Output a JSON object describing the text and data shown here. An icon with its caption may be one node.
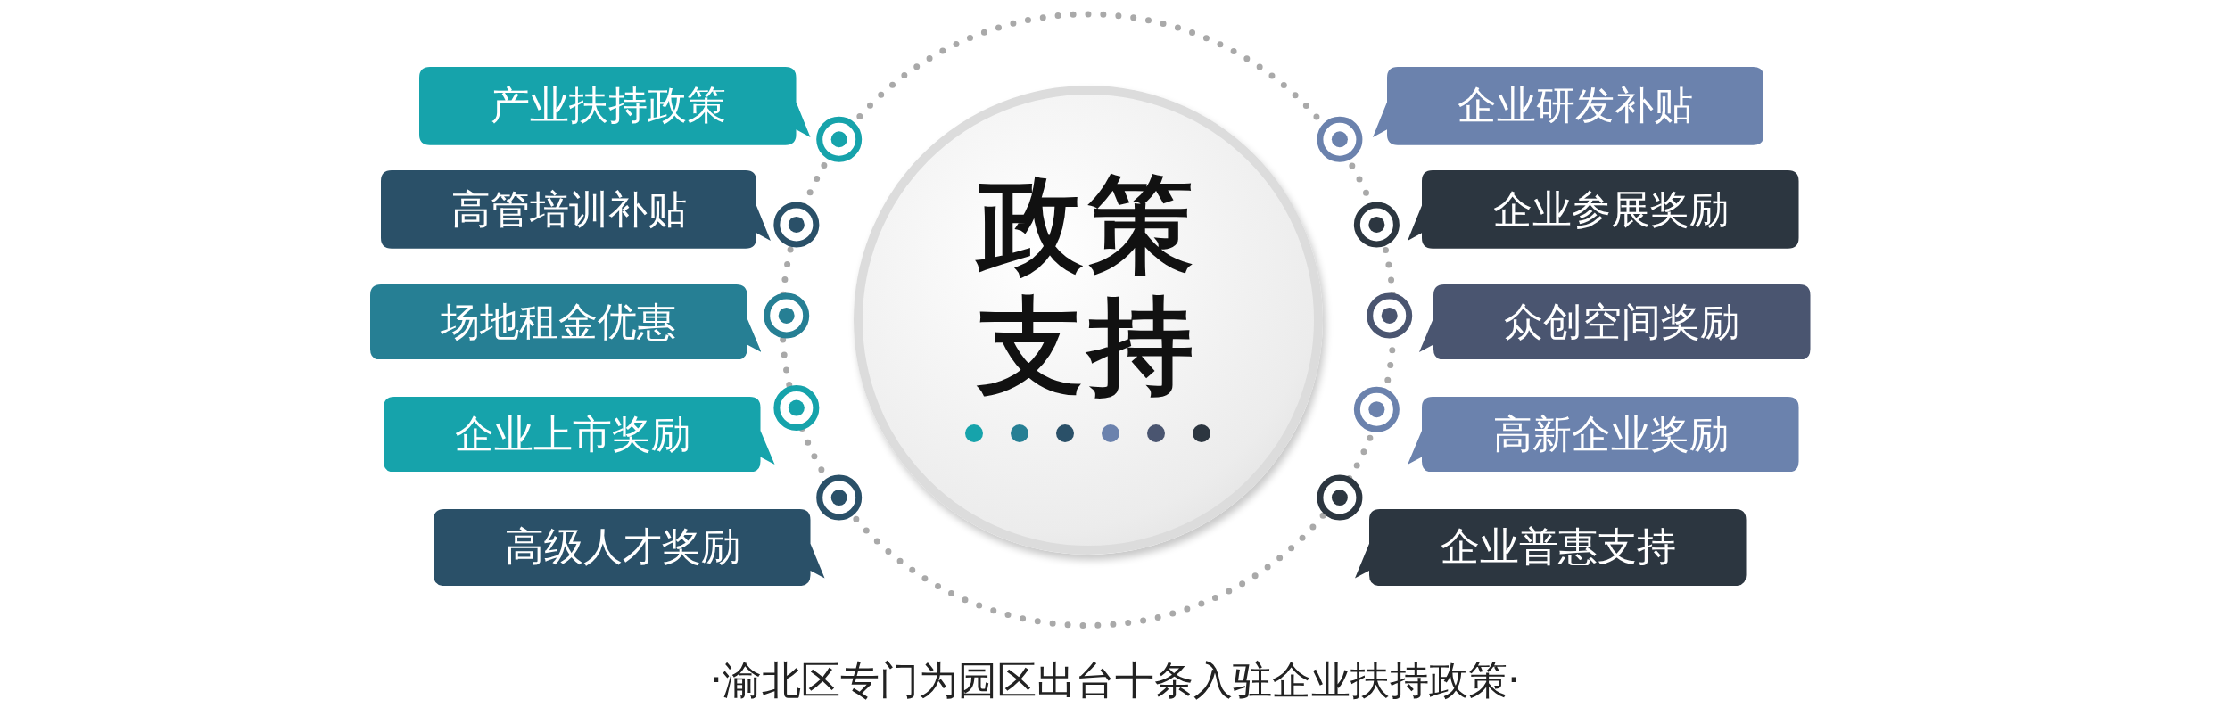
{
  "diagram": {
    "nodes": [
      {
        "text": [
          "政策支持"
        ]
      },
      {
        "text": [
          "产业扶持政策"
        ]
      },
      {
        "text": [
          "高管培训补贴"
        ]
      },
      {
        "text": [
          "场地租金优惠"
        ]
      },
      {
        "text": [
          "企业上市奖励"
        ]
      },
      {
        "text": [
          "高级人才奖励"
        ]
      },
      {
        "text": [
          "企业研发补贴"
        ]
      },
      {
        "text": [
          "企业参展奖励"
        ]
      },
      {
        "text": [
          "众创空间奖励"
        ]
      },
      {
        "text": [
          "高新企业奖励"
        ]
      },
      {
        "text": [
          "企业普惠支持"
        ]
      }
    ],
    "caption": "·渝北区专门为园区出台十条入驻企业扶持政策·"
  }
}
